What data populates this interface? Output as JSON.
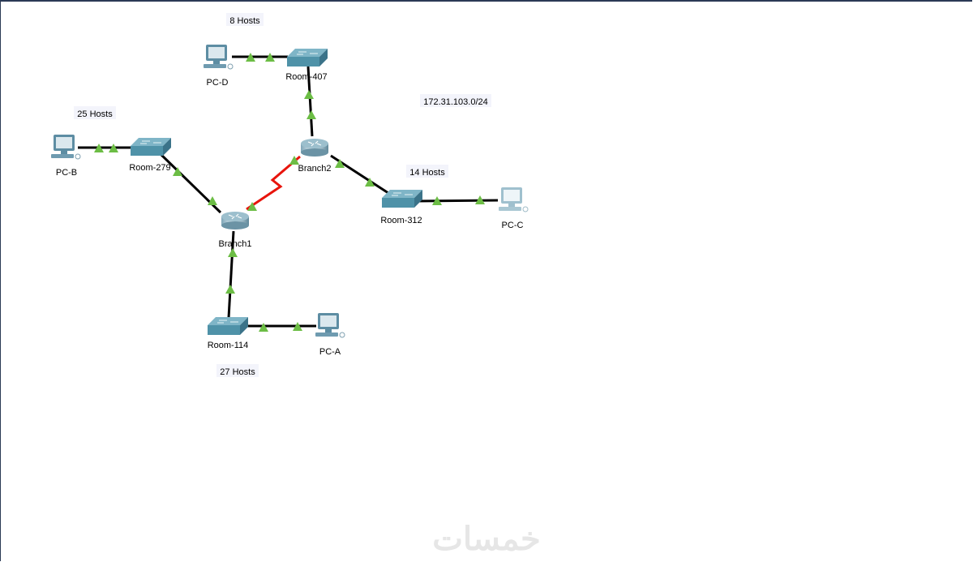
{
  "devices": {
    "pc_d": "PC-D",
    "pc_b": "PC-B",
    "pc_c": "PC-C",
    "pc_a": "PC-A",
    "room_407": "Room-407",
    "room_279": "Room-279",
    "room_312": "Room-312",
    "room_114": "Room-114",
    "branch1": "Branch1",
    "branch2": "Branch2"
  },
  "notes": {
    "n8": "8 Hosts",
    "n25": "25 Hosts",
    "n14": "14 Hosts",
    "n27": "27 Hosts",
    "network": "172.31.103.0/24"
  },
  "watermark": "خمسات",
  "colors": {
    "link": "#000000",
    "serial_link": "#e8140c",
    "link_up": "#6cbd45",
    "switch": "#4f92a8"
  }
}
